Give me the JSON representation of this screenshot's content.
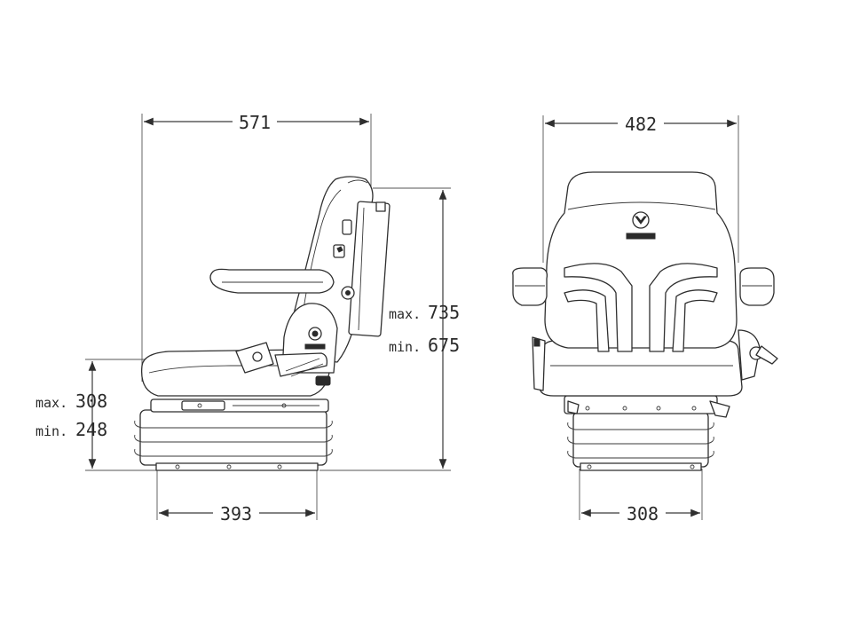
{
  "side_view": {
    "overall_depth": "571",
    "base_depth": "393",
    "height_max_label": "max.",
    "height_max": "735",
    "height_min_label": "min.",
    "height_min": "675",
    "seat_height_max_label": "max.",
    "seat_height_max": "308",
    "seat_height_min_label": "min.",
    "seat_height_min": "248"
  },
  "front_view": {
    "overall_width": "482",
    "base_width": "308"
  },
  "colors": {
    "line": "#2f2f2f",
    "text": "#2a2a2a",
    "background": "#ffffff"
  },
  "icons": [
    "brand-logo-icon",
    "dimension-arrow-icon"
  ]
}
